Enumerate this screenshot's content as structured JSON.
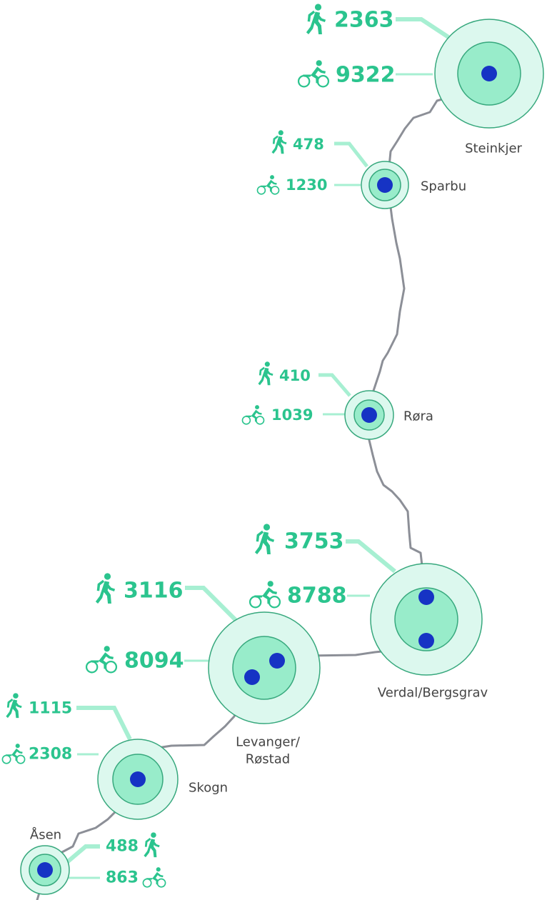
{
  "map": {
    "route_color": "#8c8f97",
    "accent_color": "#2bc48e",
    "dot_color": "#1633c4",
    "ring_fill_outer": "#dcf8ee",
    "ring_fill_inner": "#98ecca",
    "ring_stroke": "#37a87d"
  },
  "stations": [
    {
      "id": "steinkjer",
      "name": "Steinkjer",
      "name_lines": [
        "Steinkjer"
      ],
      "walk": "2363",
      "bike": "9322"
    },
    {
      "id": "sparbu",
      "name": "Sparbu",
      "name_lines": [
        "Sparbu"
      ],
      "walk": "478",
      "bike": "1230"
    },
    {
      "id": "rora",
      "name": "Røra",
      "name_lines": [
        "Røra"
      ],
      "walk": "410",
      "bike": "1039"
    },
    {
      "id": "verdal",
      "name": "Verdal/Bergsgrav",
      "name_lines": [
        "Verdal/Bergsgrav"
      ],
      "walk": "3753",
      "bike": "8788"
    },
    {
      "id": "levanger",
      "name": "Levanger/Røstad",
      "name_lines": [
        "Levanger/",
        "Røstad"
      ],
      "walk": "3116",
      "bike": "8094"
    },
    {
      "id": "skogn",
      "name": "Skogn",
      "name_lines": [
        "Skogn"
      ],
      "walk": "1115",
      "bike": "2308"
    },
    {
      "id": "asen",
      "name": "Åsen",
      "name_lines": [
        "Åsen"
      ],
      "walk": "488",
      "bike": "863"
    }
  ],
  "icons": {
    "walk": "walking-person-icon",
    "bike": "cyclist-icon"
  }
}
